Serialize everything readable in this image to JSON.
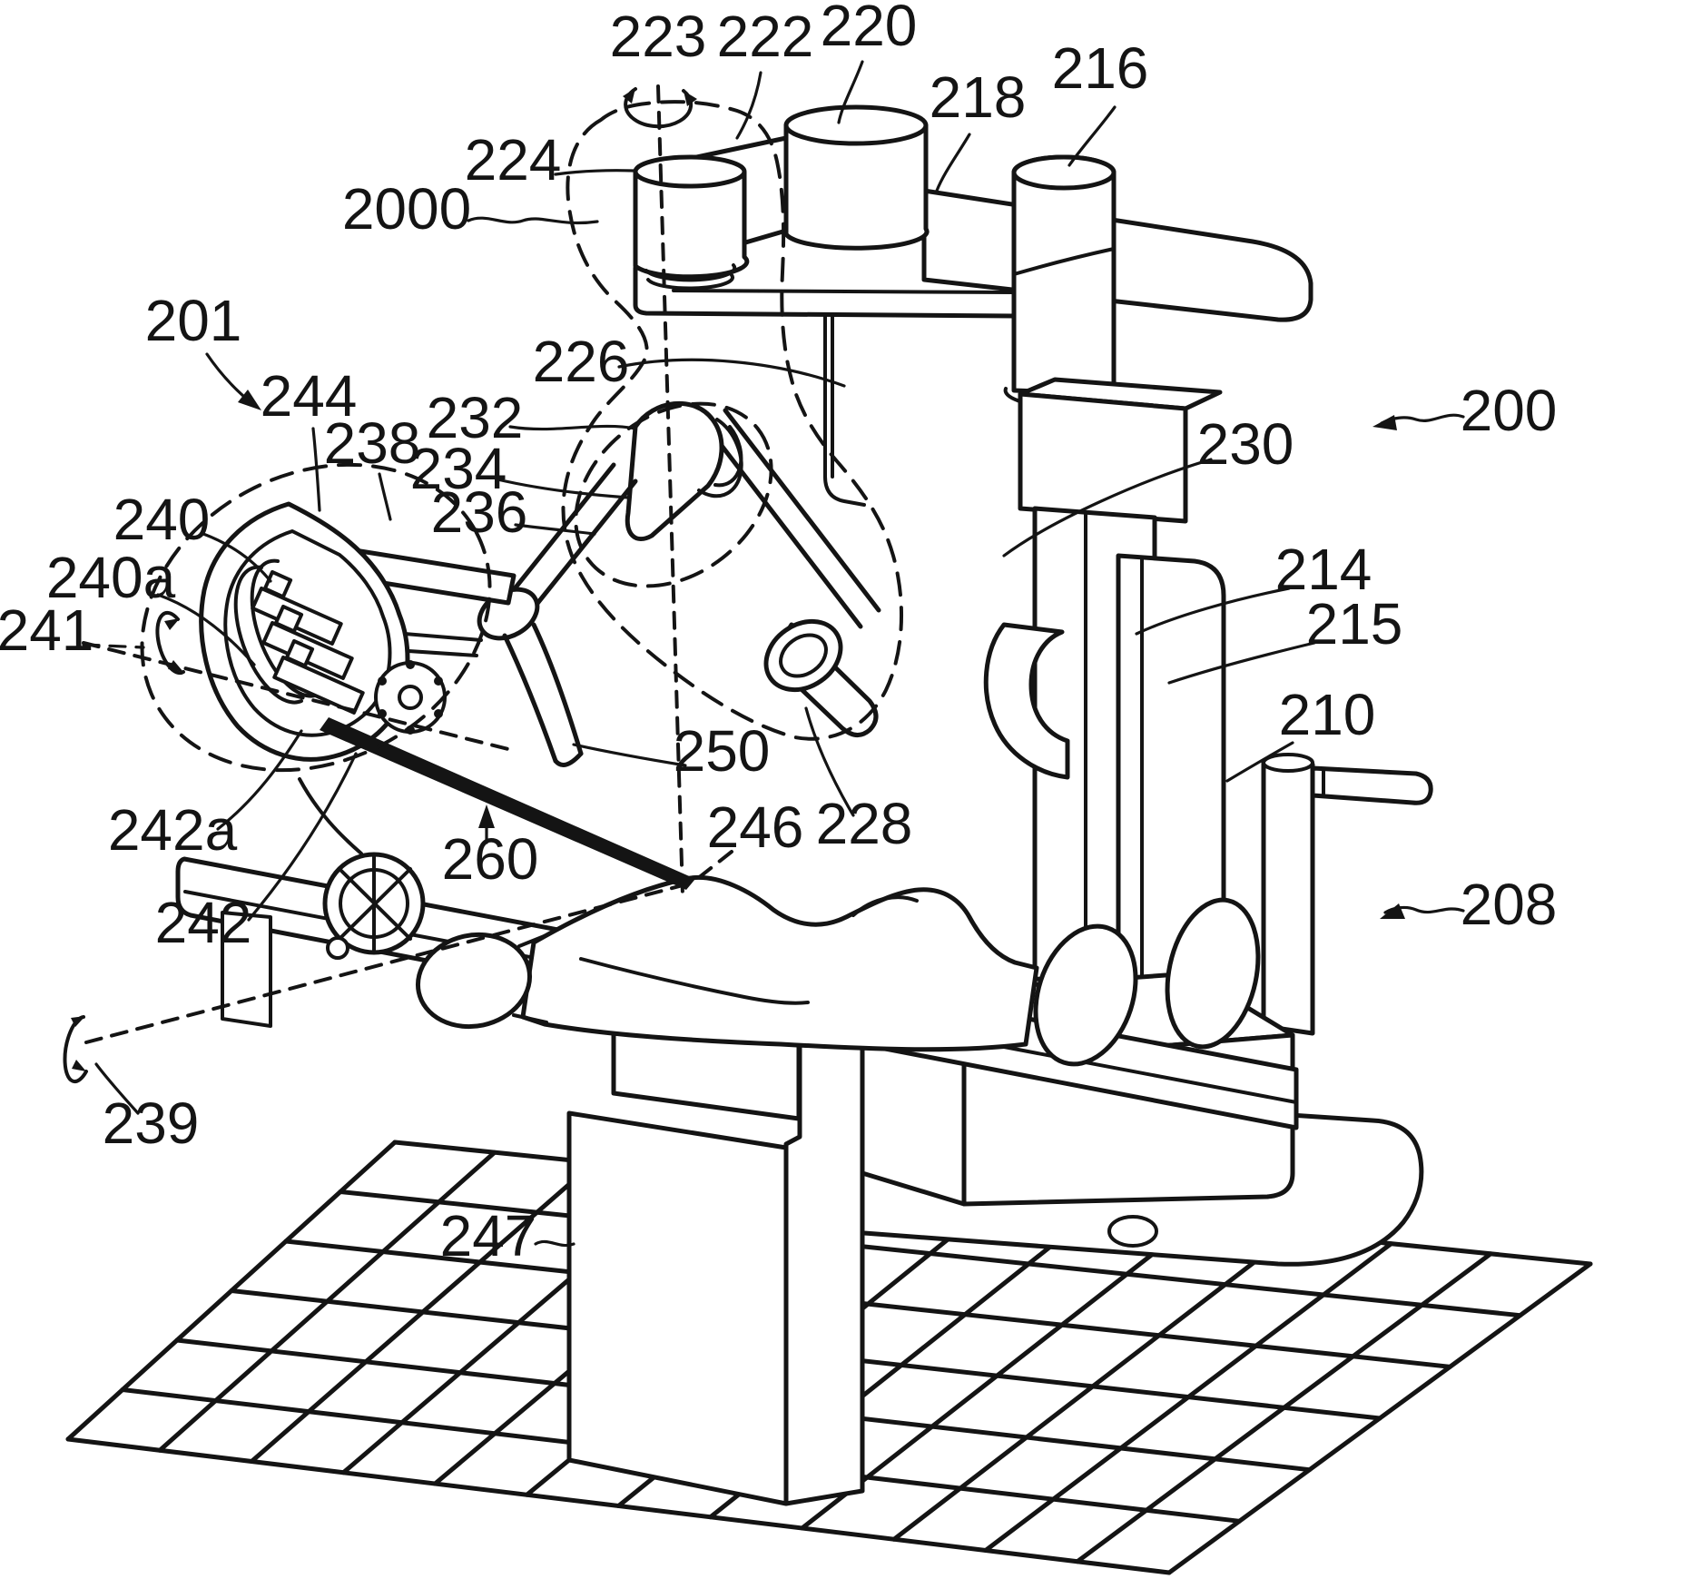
{
  "meta": {
    "figure_kind": "patent-line-drawing",
    "description": "Surgical robotic system (200) with articulated manipulator arm (2000) and end effector (240) positioned over a patient lying on an operating table (208) with pedestal (247); reference numerals with leader lines, dashed assembly boundaries and rotation axes (223, 239, 241)."
  },
  "colors": {
    "ink": "#141414",
    "paper": "#ffffff"
  },
  "labels": {
    "l200": "200",
    "l201": "201",
    "l208": "208",
    "l210": "210",
    "l214": "214",
    "l215": "215",
    "l216": "216",
    "l218": "218",
    "l220": "220",
    "l222": "222",
    "l223": "223",
    "l224": "224",
    "l226": "226",
    "l228": "228",
    "l230": "230",
    "l232": "232",
    "l234": "234",
    "l236": "236",
    "l238": "238",
    "l239": "239",
    "l240": "240",
    "l240a": "240a",
    "l241": "241",
    "l242": "242",
    "l242a": "242a",
    "l244": "244",
    "l246": "246",
    "l247": "247",
    "l250": "250",
    "l260": "260",
    "l2000": "2000"
  }
}
